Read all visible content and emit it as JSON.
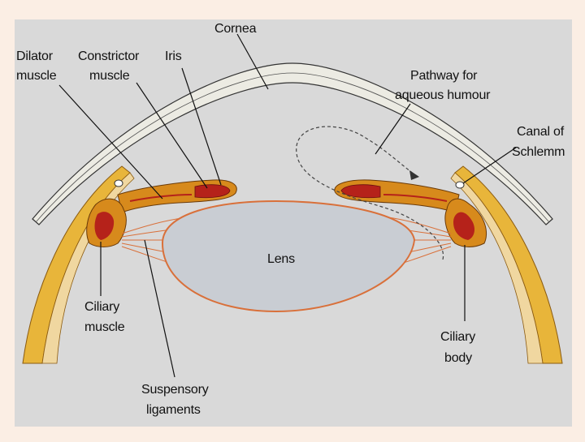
{
  "diagram": {
    "colors": {
      "page_background": "#fbeee4",
      "panel_background": "#d9d9d9",
      "sclera_fill": "#e8b53a",
      "cornea_fill": "#ecebe3",
      "muscle_fill": "#d78a1c",
      "muscle_detail": "#b5221a",
      "lens_fill": "#c9cdd3",
      "ligament_stroke": "#d9703a"
    },
    "labels": {
      "cornea": "Cornea",
      "dilator_1": "Dilator",
      "dilator_2": "muscle",
      "constrictor_1": "Constrictor",
      "constrictor_2": "muscle",
      "iris": "Iris",
      "pathway_1": "Pathway for",
      "pathway_2": "aqueous humour",
      "canal_1": "Canal of",
      "canal_2": "Schlemm",
      "lens": "Lens",
      "ciliary_muscle_1": "Ciliary",
      "ciliary_muscle_2": "muscle",
      "ciliary_body_1": "Ciliary",
      "ciliary_body_2": "body",
      "suspensory_1": "Suspensory",
      "suspensory_2": "ligaments"
    }
  }
}
